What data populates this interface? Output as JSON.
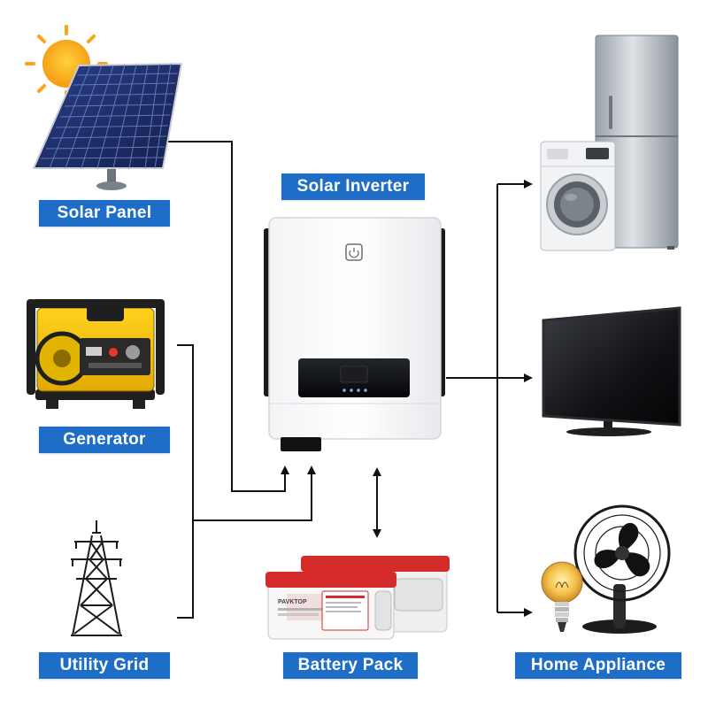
{
  "labels": {
    "solar_panel": "Solar Panel",
    "solar_inverter": "Solar Inverter",
    "generator": "Generator",
    "utility_grid": "Utility Grid",
    "battery_pack": "Battery Pack",
    "home_appliance": "Home Appliance"
  },
  "battery_brand": "PAVKTOP",
  "colors": {
    "label_bg": "#1e6ec8",
    "label_text": "#ffffff",
    "connector": "#111111",
    "battery_lid": "#d52a2a",
    "sun": "#f9a41b"
  },
  "icons": [
    "sun-icon",
    "solar-panel-icon",
    "generator-icon",
    "transmission-tower-icon",
    "inverter-icon",
    "battery-pack-icon",
    "refrigerator-icon",
    "washing-machine-icon",
    "tv-icon",
    "fan-icon",
    "light-bulb-icon"
  ]
}
